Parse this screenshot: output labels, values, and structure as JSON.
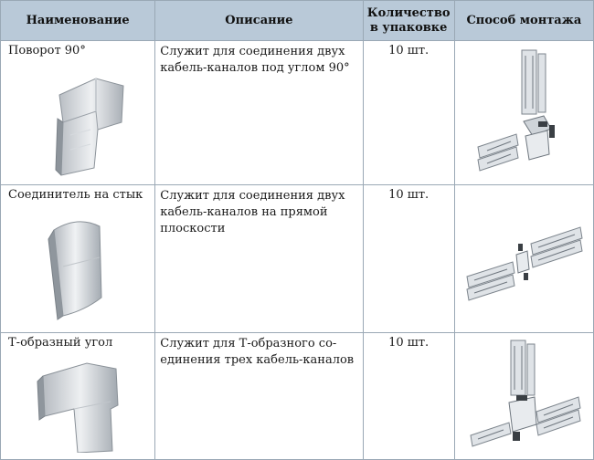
{
  "headers": {
    "name": "Наименование",
    "description": "Описание",
    "quantity_line1": "Количество",
    "quantity_line2": "в упаковке",
    "mounting": "Способ монтажа"
  },
  "rows": [
    {
      "name": "Поворот 90°",
      "description": "Служит для соединения двух кабель-каналов под углом 90°",
      "quantity": "10 шт."
    },
    {
      "name": "Соединитель на стык",
      "description": "Служит для соединения двух кабель-каналов на прямой плоскости",
      "quantity": "10 шт."
    },
    {
      "name": "Т-образный угол",
      "description": "Служит для Т-образного со-единения трех кабель-каналов",
      "quantity": "10 шт."
    }
  ]
}
